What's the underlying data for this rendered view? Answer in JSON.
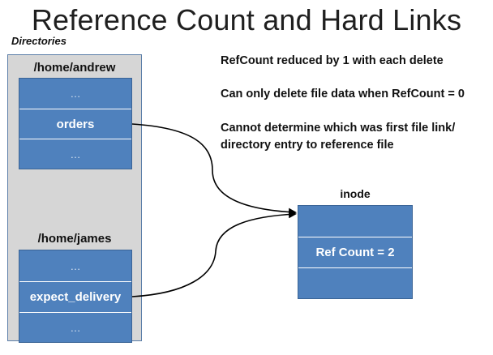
{
  "title": "Reference Count and Hard Links",
  "directories_caption": "Directories",
  "dir_andrew": {
    "path": "/home/andrew",
    "entries": [
      "…",
      "orders",
      "…"
    ]
  },
  "dir_james": {
    "path": "/home/james",
    "entries": [
      "…",
      "expect_delivery",
      "…"
    ]
  },
  "notes": [
    "RefCount reduced by 1 with each delete",
    "Can only delete file data when RefCount = 0",
    "Cannot determine which was first file link/",
    "directory entry to reference file"
  ],
  "inode": {
    "label": "inode",
    "cells": [
      "",
      "Ref Count = 2",
      ""
    ]
  },
  "colors": {
    "box_fill": "#4f81bd",
    "panel_fill": "#d6d6d6",
    "arrow": "#000000"
  }
}
